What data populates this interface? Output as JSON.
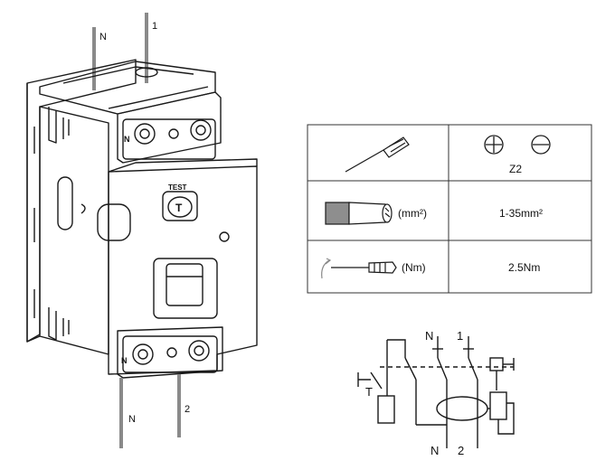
{
  "device": {
    "top_wire_labels": [
      "N",
      "1"
    ],
    "bottom_wire_labels": [
      "N",
      "2"
    ],
    "terminal_marks": [
      "N",
      "N"
    ],
    "test_button_label": "TEST",
    "test_button_glyph": "T"
  },
  "spec_table": {
    "rows": [
      {
        "icon": "screwdriver-icon",
        "unit": "",
        "value": "Z2",
        "value_icons": [
          "phillips-head-icon",
          "slotted-head-icon"
        ]
      },
      {
        "icon": "cable-icon",
        "unit": "(mm²)",
        "value": "1-35mm²"
      },
      {
        "icon": "torque-screwdriver-icon",
        "unit": "(Nm)",
        "value": "2.5Nm"
      }
    ]
  },
  "schematic": {
    "top_labels": [
      "N",
      "1"
    ],
    "bottom_labels": [
      "N",
      "2"
    ],
    "test_label": "T"
  },
  "colors": {
    "line": "#1a1a1a",
    "wire": "#8a8a8a",
    "table_border": "#333333"
  }
}
